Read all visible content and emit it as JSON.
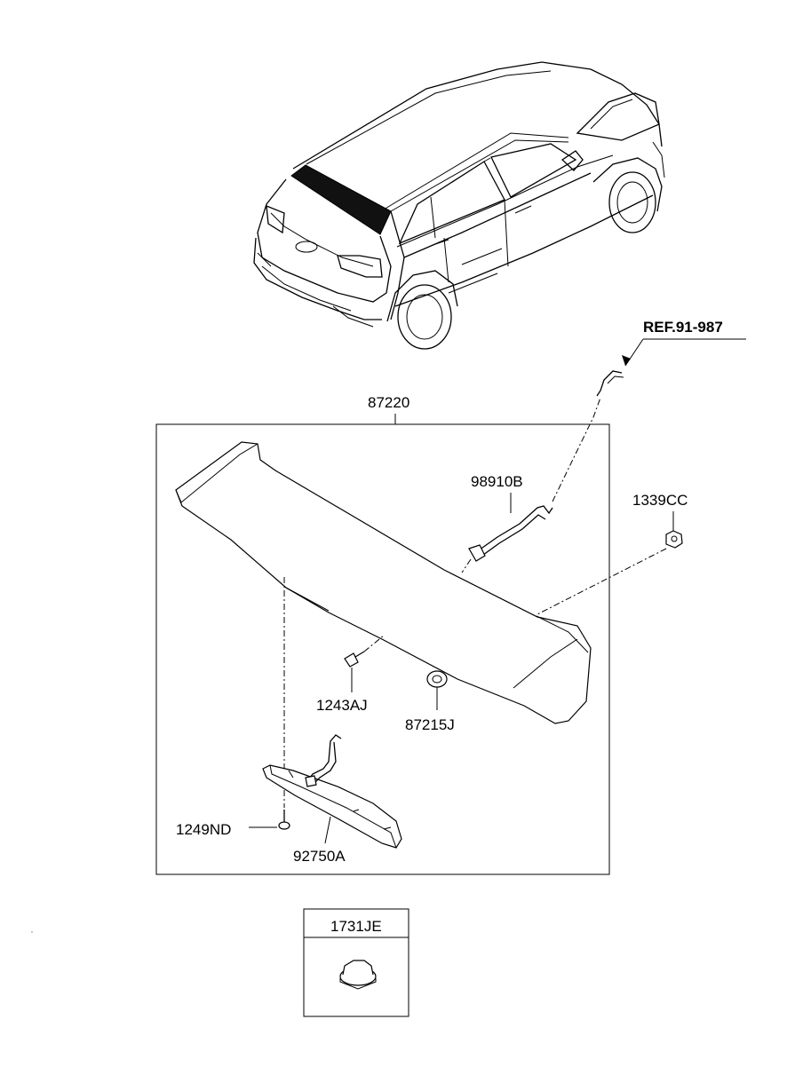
{
  "labels": {
    "ref": "REF.91-987",
    "spoiler": "87220",
    "wiring": "98910B",
    "nut": "1339CC",
    "screw": "1243AJ",
    "grommet": "87215J",
    "bolt": "1249ND",
    "stop_lamp": "92750A",
    "plug": "1731JE"
  }
}
